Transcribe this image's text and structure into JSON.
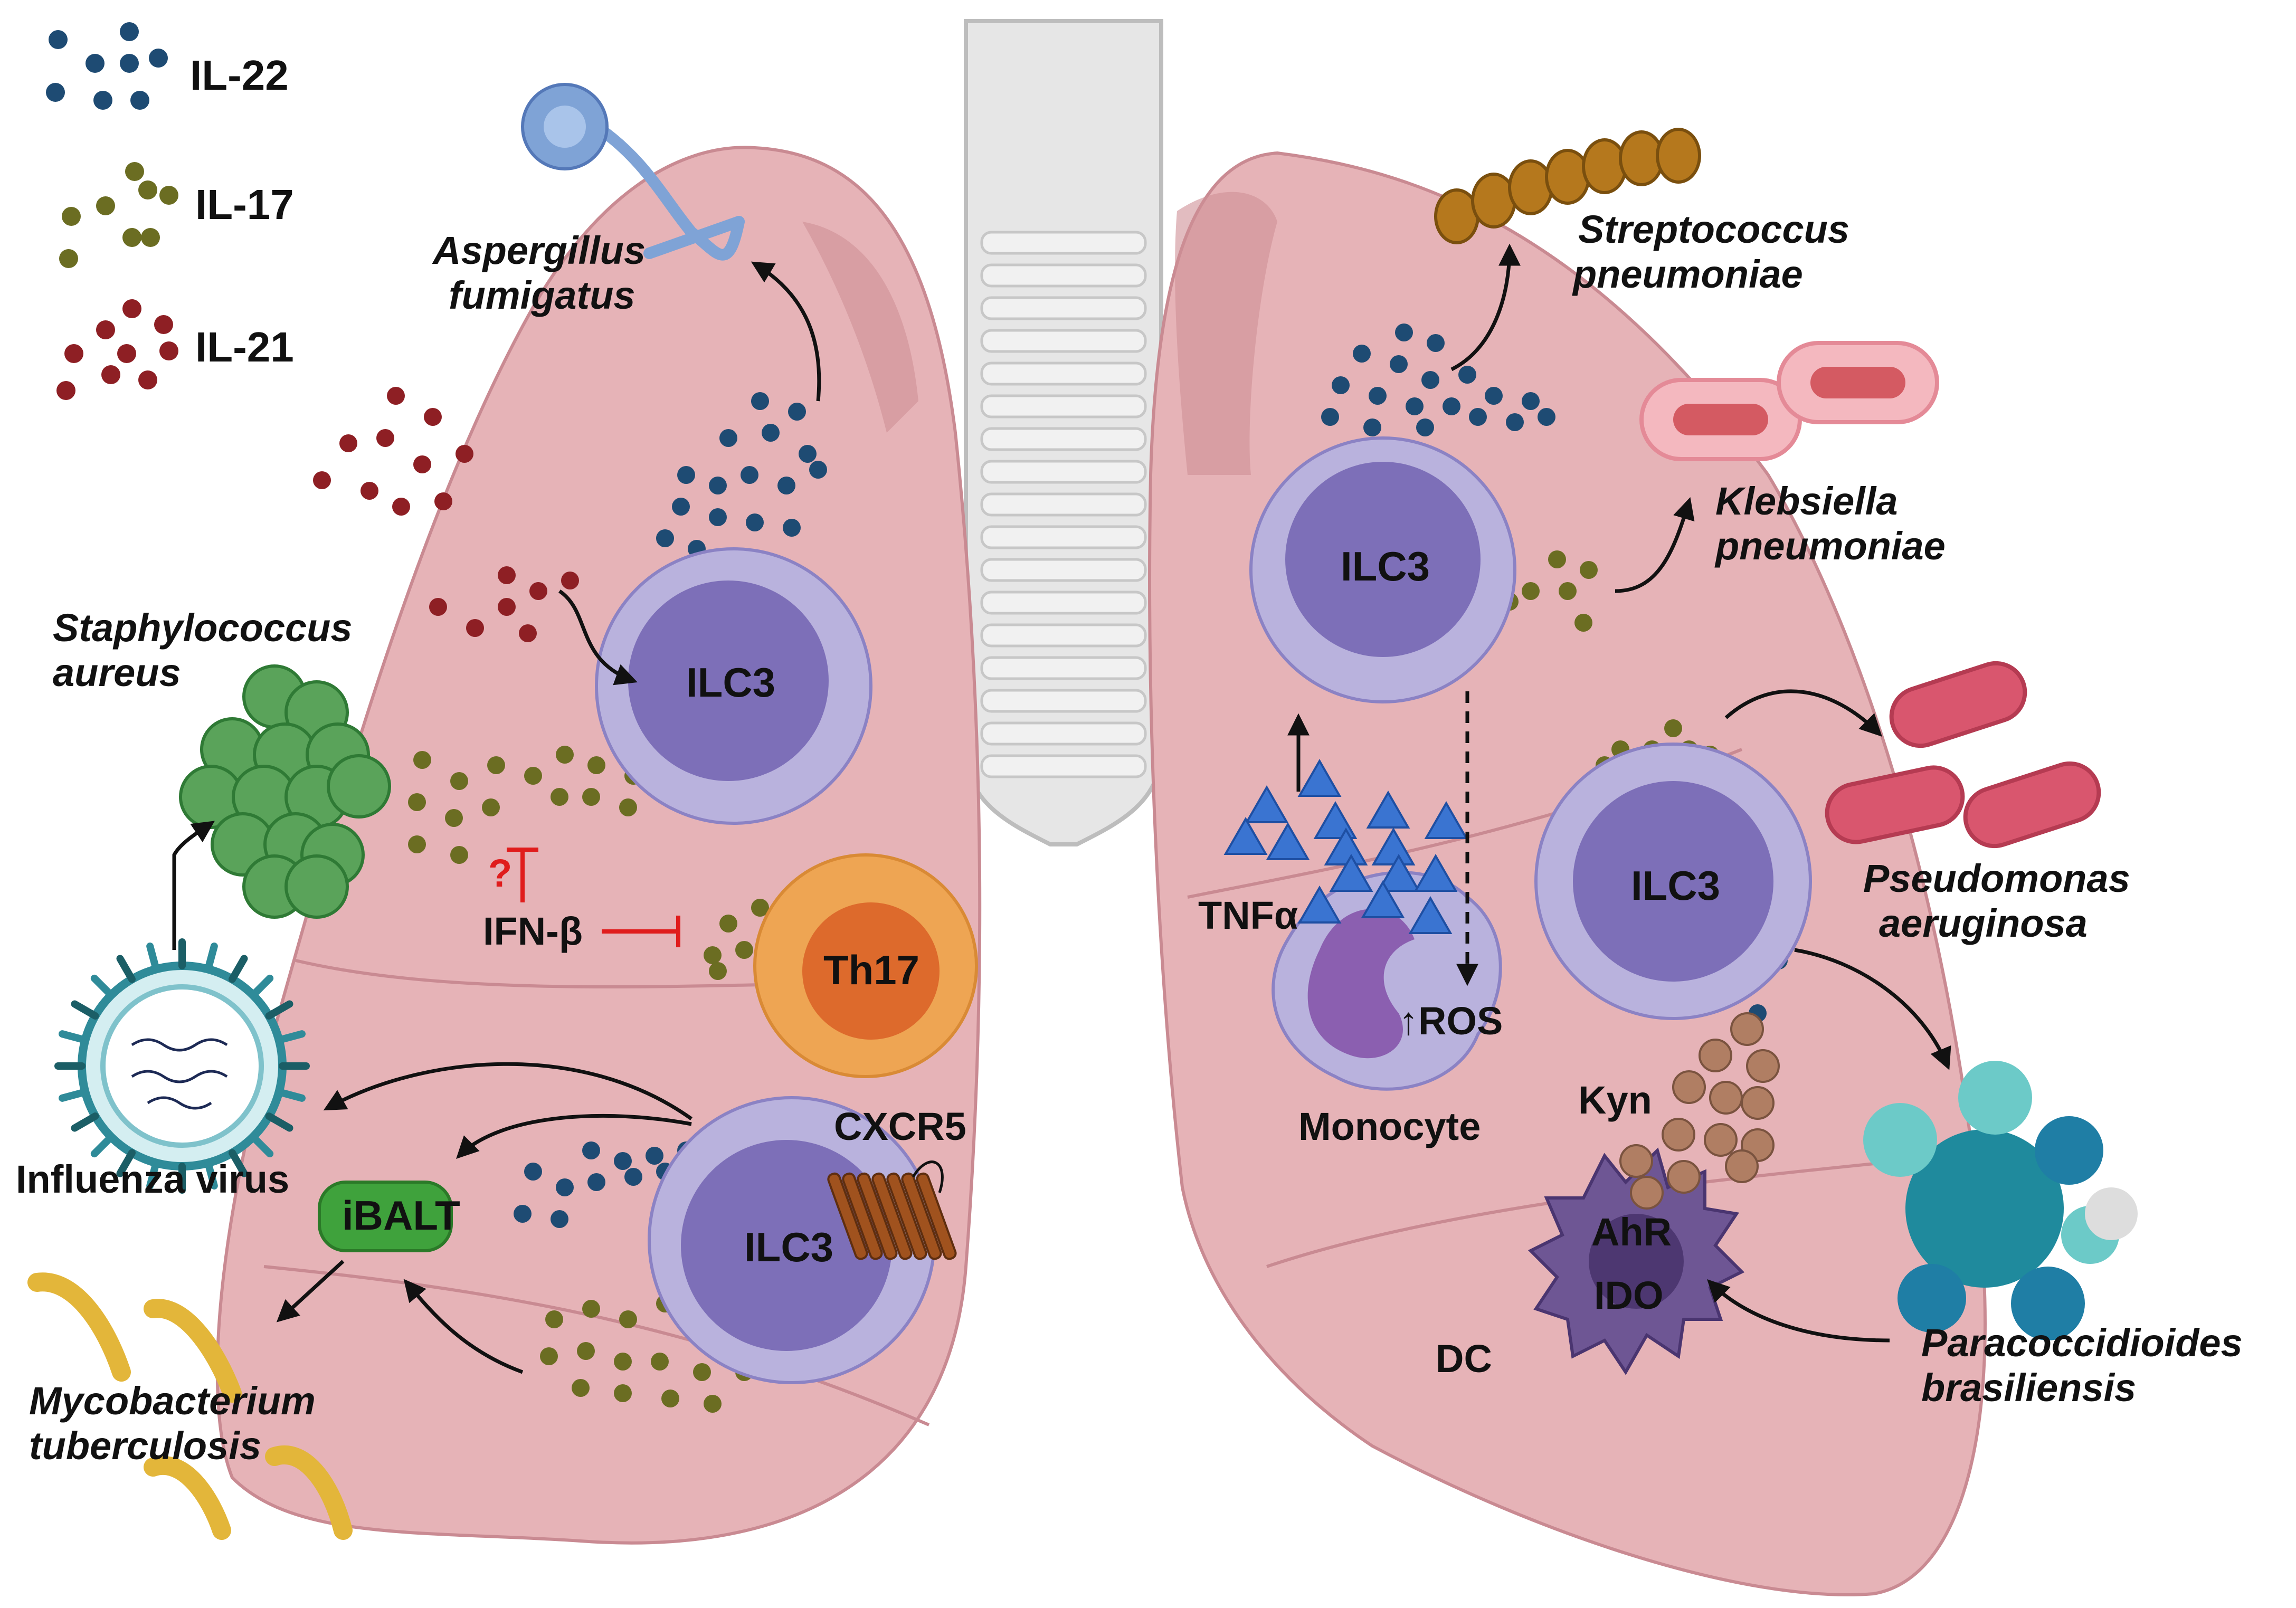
{
  "legend": [
    {
      "label": "IL-22",
      "color": "#1e4b73"
    },
    {
      "label": "IL-17",
      "color": "#6b6d22"
    },
    {
      "label": "IL-21",
      "color": "#8e1f24"
    }
  ],
  "left_lung": {
    "pathogens": {
      "aspergillus": [
        "Aspergillus",
        "fumigatus"
      ],
      "staph": [
        "Staphylococcus",
        "aureus"
      ],
      "influenza": "Influenza virus",
      "mtb": [
        "Mycobacterium",
        "tuberculosis"
      ]
    },
    "cells": {
      "ilc3_top": "ILC3",
      "ilc3_bottom": "ILC3",
      "th17": "Th17",
      "ibalt": "iBALT"
    },
    "labels": {
      "ifn": "IFN-β",
      "question": "?",
      "cxcr5": "CXCR5"
    }
  },
  "right_lung": {
    "pathogens": {
      "strep": [
        "Streptococcus",
        "pneumoniae"
      ],
      "kleb": [
        "Klebsiella",
        "pneumoniae"
      ],
      "pseudo": [
        "Pseudomonas",
        "aeruginosa"
      ],
      "paracocc": [
        "Paracoccidioides",
        "brasiliensis"
      ]
    },
    "cells": {
      "ilc3_top": "ILC3",
      "ilc3_right": "ILC3",
      "monocyte": "Monocyte",
      "dc": "DC",
      "ahr": "AhR",
      "ido": "IDO"
    },
    "labels": {
      "tnf": "TNFα",
      "ros": "↑ROS",
      "kyn": "Kyn"
    }
  },
  "colors": {
    "lung": "#e6b3b7",
    "lung_dark": "#cf8f96",
    "ilc3_outer": "#b9b2dd",
    "ilc3_inner": "#7d6fb8",
    "th17_outer": "#eea553",
    "th17_inner": "#dd6a2c",
    "ibalt": "#3fa23c",
    "tnf_triangle": "#3a74d1",
    "kyn_dot": "#b07e63",
    "inhibit_line": "#e01c1c"
  }
}
